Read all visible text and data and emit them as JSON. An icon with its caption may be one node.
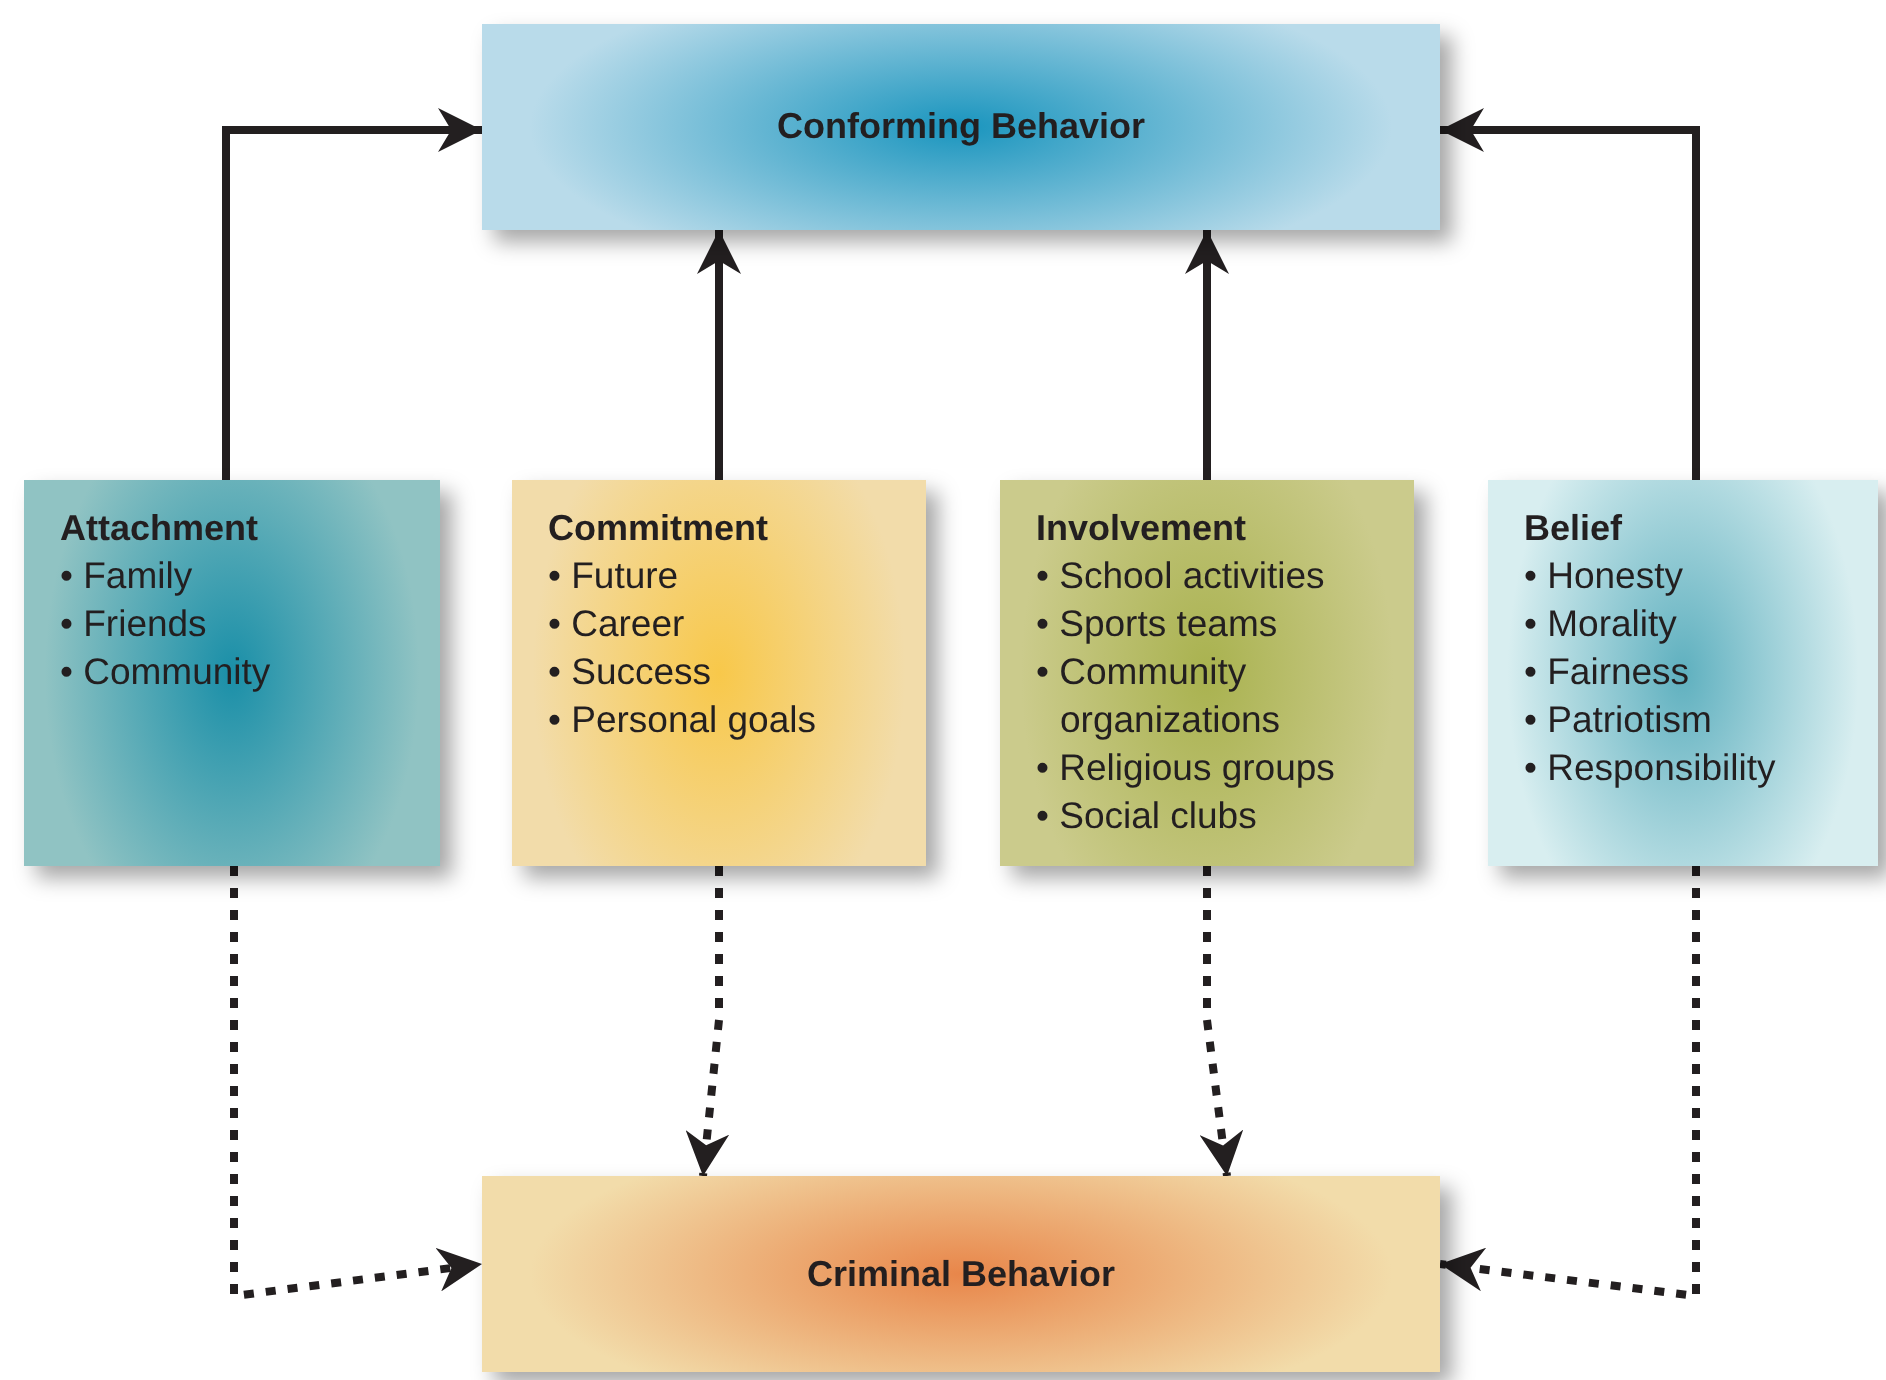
{
  "diagram": {
    "nodes": [
      {
        "text": [
          "Conforming Behavior"
        ]
      },
      {
        "text": [
          "Attachment",
          "• Family",
          "• Friends",
          "• Community"
        ]
      },
      {
        "text": [
          "Commitment",
          "• Future",
          "• Career",
          "• Success",
          "• Personal goals"
        ]
      },
      {
        "text": [
          "Involvement",
          "• School activities",
          "• Sports teams",
          "• Community organizations",
          "• Religious groups",
          "• Social clubs"
        ]
      },
      {
        "text": [
          "Belief",
          "• Honesty",
          "• Morality",
          "• Fairness",
          "• Patriotism",
          "• Responsibility"
        ]
      },
      {
        "text": [
          "Criminal Behavior"
        ]
      }
    ],
    "edges": [
      {
        "from": 1,
        "to": 0,
        "arrow": "to"
      },
      {
        "from": 2,
        "to": 0,
        "arrow": "to"
      },
      {
        "from": 3,
        "to": 0,
        "arrow": "to"
      },
      {
        "from": 4,
        "to": 0,
        "arrow": "to"
      },
      {
        "from": 1,
        "to": 5,
        "arrow": "to",
        "style": "dashed"
      },
      {
        "from": 2,
        "to": 5,
        "arrow": "to",
        "style": "dashed"
      },
      {
        "from": 3,
        "to": 5,
        "arrow": "to",
        "style": "dashed"
      },
      {
        "from": 4,
        "to": 5,
        "arrow": "to",
        "style": "dashed"
      }
    ]
  }
}
